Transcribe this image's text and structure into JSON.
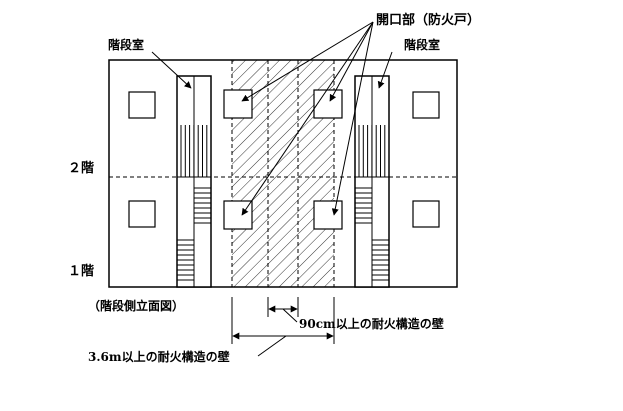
{
  "labels": {
    "opening": "開口部（防火戸）",
    "stair_left": "階段室",
    "stair_right": "階段室",
    "floor2": "２階",
    "floor1": "１階",
    "view": "（階段側立面図）",
    "wall_90": "90cm以上の耐火構造の壁",
    "wall_36": "3.6m以上の耐火構造の壁"
  }
}
